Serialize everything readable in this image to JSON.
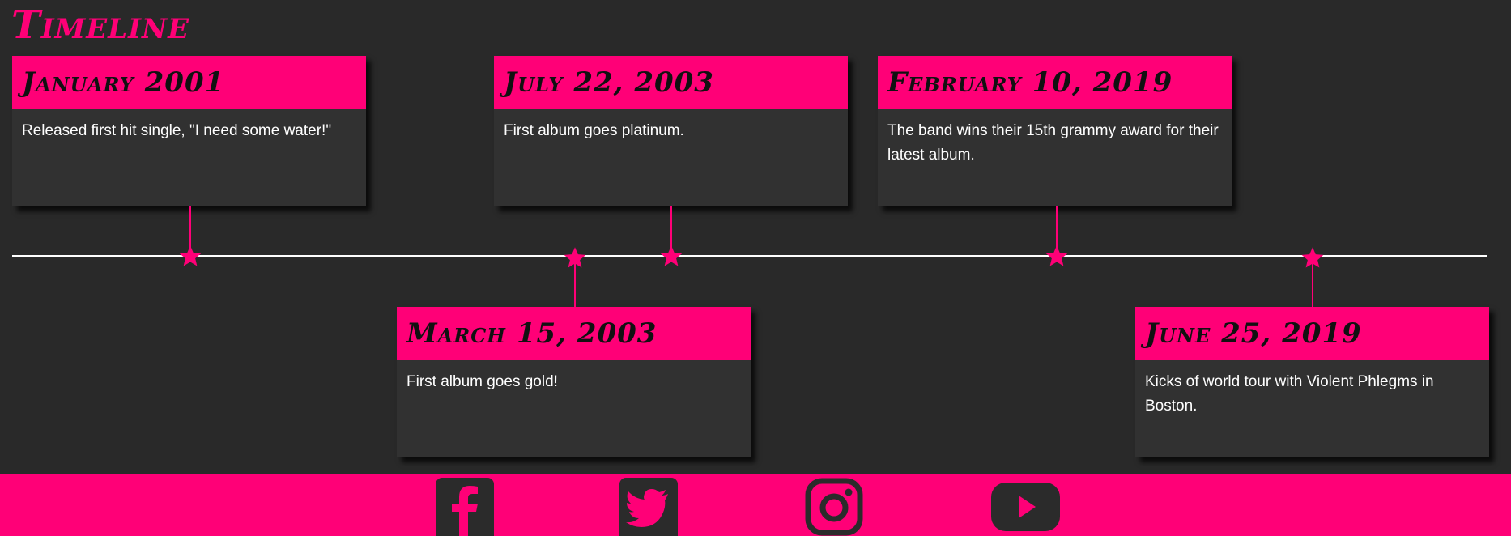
{
  "section": {
    "title": "Timeline"
  },
  "colors": {
    "accent": "#ff0077",
    "background": "#292929",
    "card_body": "#313131",
    "timeline_line": "#ffffff",
    "icon": "#2b2b2b"
  },
  "events": [
    {
      "date": "January 2001",
      "description": "Released first hit single, \"I need some water!\""
    },
    {
      "date": "March 15, 2003",
      "description": "First album goes gold!"
    },
    {
      "date": "July 22, 2003",
      "description": "First album goes platinum."
    },
    {
      "date": "February 10, 2019",
      "description": "The band wins their 15th grammy award for their latest album."
    },
    {
      "date": "June 25, 2019",
      "description": "Kicks of world tour with Violent Phlegms in Boston."
    }
  ],
  "marker_icon": "star-icon",
  "footer": {
    "social_links": [
      {
        "icon": "facebook-icon"
      },
      {
        "icon": "twitter-icon"
      },
      {
        "icon": "instagram-icon"
      },
      {
        "icon": "youtube-icon"
      }
    ]
  }
}
